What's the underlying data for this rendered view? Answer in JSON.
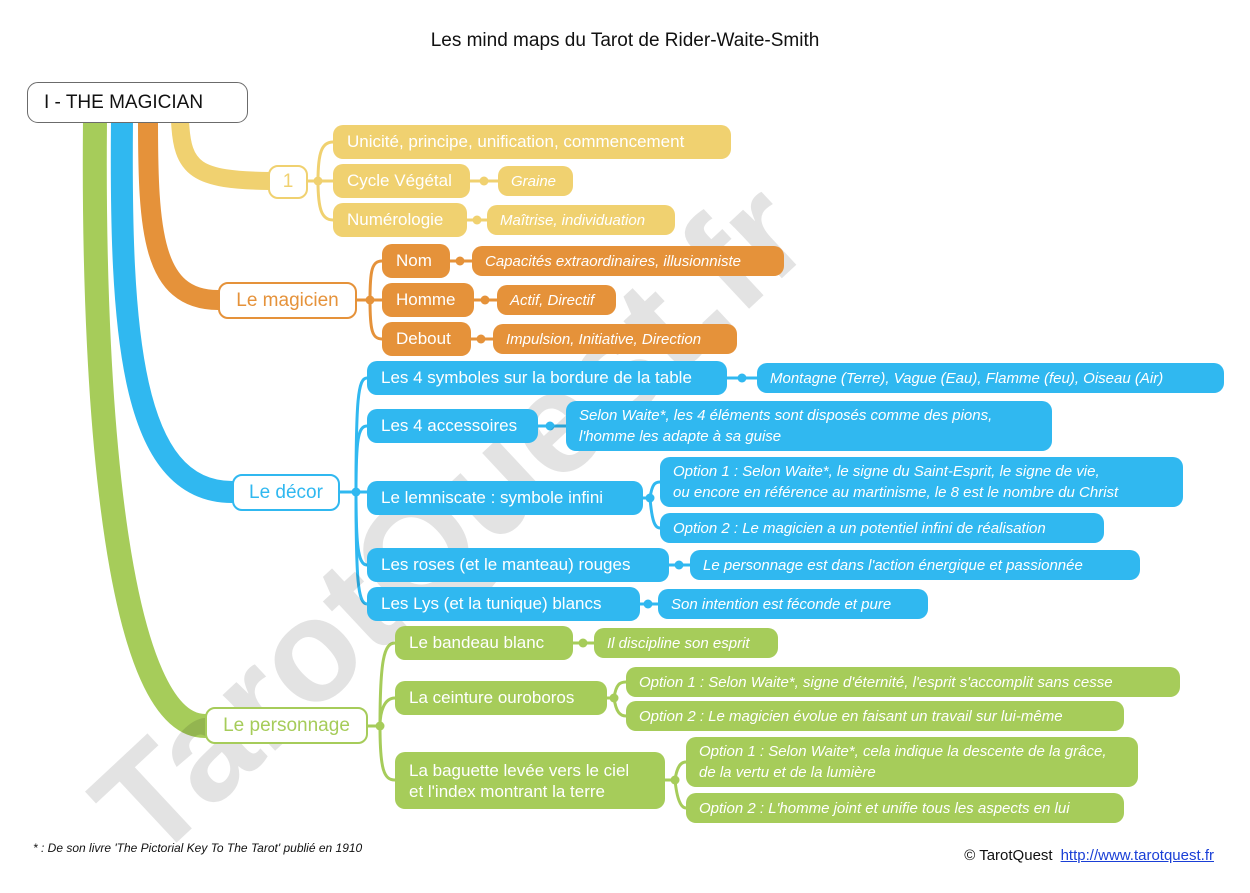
{
  "title": "Les mind maps du Tarot de Rider-Waite-Smith",
  "root": "I - THE MAGICIAN",
  "watermark": "TarotQuest.fr",
  "colors": {
    "yellow": "#f0d170",
    "orange": "#e5923a",
    "blue": "#30b8f0",
    "green": "#a6cc5a"
  },
  "branches": {
    "nombre": {
      "label": "1",
      "items": [
        {
          "label": "Unicité, principe, unification, commencement"
        },
        {
          "label": "Cycle Végétal",
          "leaves": [
            "Graine"
          ]
        },
        {
          "label": "Numérologie",
          "leaves": [
            "Maîtrise, individuation"
          ]
        }
      ]
    },
    "magicien": {
      "label": "Le magicien",
      "items": [
        {
          "label": "Nom",
          "leaves": [
            "Capacités extraordinaires, illusionniste"
          ]
        },
        {
          "label": "Homme",
          "leaves": [
            "Actif, Directif"
          ]
        },
        {
          "label": "Debout",
          "leaves": [
            "Impulsion, Initiative, Direction"
          ]
        }
      ]
    },
    "decor": {
      "label": "Le décor",
      "items": [
        {
          "label": "Les 4 symboles sur la bordure de la table",
          "leaves": [
            "Montagne (Terre), Vague (Eau), Flamme (feu), Oiseau (Air)"
          ]
        },
        {
          "label": "Les 4 accessoires",
          "leaves": [
            [
              "Selon Waite*, les 4 éléments sont disposés comme des pions,",
              "l'homme les adapte à sa guise"
            ]
          ]
        },
        {
          "label": "Le lemniscate : symbole infini",
          "leaves": [
            [
              "Option 1 : Selon Waite*, le signe du Saint-Esprit, le signe de vie,",
              "ou encore en référence au martinisme, le 8 est le nombre du Christ"
            ],
            "Option 2 : Le magicien a un potentiel infini de réalisation"
          ]
        },
        {
          "label": "Les roses (et le manteau) rouges",
          "leaves": [
            "Le personnage est dans l'action énergique et passionnée"
          ]
        },
        {
          "label": "Les Lys (et la tunique) blancs",
          "leaves": [
            "Son intention est féconde et pure"
          ]
        }
      ]
    },
    "personnage": {
      "label": "Le personnage",
      "items": [
        {
          "label": "Le bandeau blanc",
          "leaves": [
            "Il discipline son esprit"
          ]
        },
        {
          "label": "La ceinture ouroboros",
          "leaves": [
            "Option 1 : Selon Waite*, signe d'éternité, l'esprit s'accomplit sans cesse",
            "Option 2 : Le magicien évolue en faisant un travail sur lui-même"
          ]
        },
        {
          "label": [
            "La baguette levée vers le ciel",
            "et l'index montrant la terre"
          ],
          "leaves": [
            [
              "Option 1 : Selon Waite*, cela indique la descente de la grâce,",
              "de la vertu et de la lumière"
            ],
            "Option 2 : L'homme joint et unifie tous les aspects en lui"
          ]
        }
      ]
    }
  },
  "footnote": "* : De son livre 'The Pictorial Key To The Tarot' publié en 1910",
  "copyright": "© TarotQuest",
  "link": "http://www.tarotquest.fr"
}
